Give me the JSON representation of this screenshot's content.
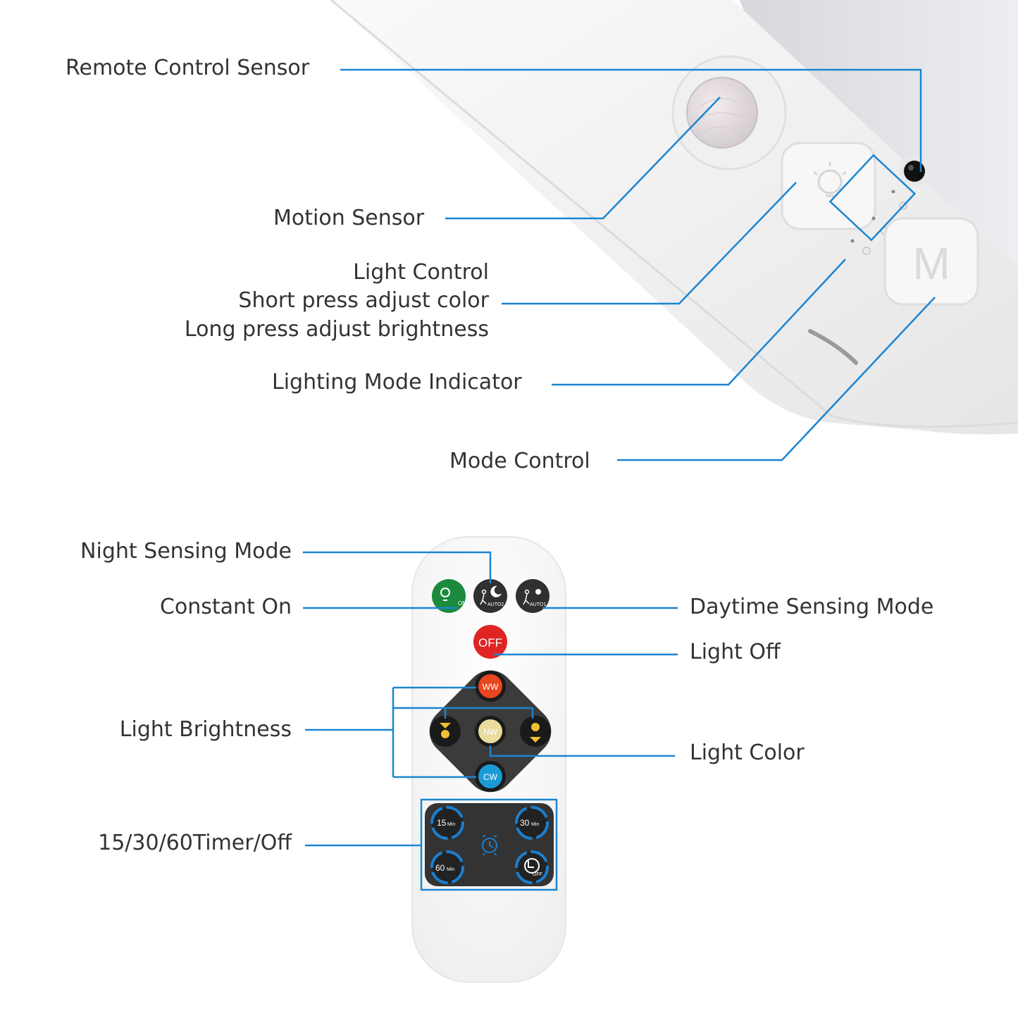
{
  "colors": {
    "leader": "#1a85d2",
    "text": "#333333",
    "device": "#f3f3f3",
    "remote_face": "#3b3b3b",
    "constant_on": "#1b8a3d",
    "off": "#e02424",
    "ww": "#e8461e",
    "nw": "#e9dc9c",
    "cw": "#1b9bd6",
    "timer_ring": "#1a7fd0"
  },
  "device_labels": {
    "remote_control_sensor": "Remote Control Sensor",
    "motion_sensor": "Motion Sensor",
    "light_control_title": "Light Control",
    "light_control_short": "Short press adjust color",
    "light_control_long": "Long press adjust brightness",
    "lighting_mode_indicator": "Lighting Mode Indicator",
    "mode_control": "Mode Control",
    "mode_button_glyph": "M"
  },
  "remote_labels": {
    "night_sensing": "Night Sensing Mode",
    "constant_on": "Constant On",
    "daytime_sensing": "Daytime Sensing Mode",
    "light_off": "Light Off",
    "light_brightness": "Light Brightness",
    "light_color": "Light Color",
    "timer": "15/30/60Timer/Off"
  },
  "remote_buttons": {
    "on": "ON",
    "auto2": "AUTO2",
    "auto1": "AUTO1",
    "off": "OFF",
    "ww": "WW",
    "nw": "NW",
    "cw": "CW",
    "t15": "15",
    "t30": "30",
    "t60": "60",
    "min": "Min",
    "timer_off": "OFF"
  },
  "icons": [
    "bulb-icon",
    "moon-icon",
    "sun-icon",
    "person-icon",
    "alarm-clock-icon",
    "clock-icon",
    "brightness-up-icon",
    "brightness-down-icon"
  ]
}
